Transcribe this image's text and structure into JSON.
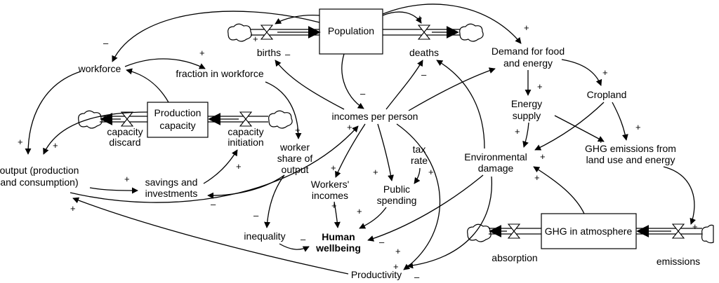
{
  "stocks": {
    "population": "Population",
    "production_capacity": [
      "Production",
      "capacity"
    ],
    "ghg_atmosphere": "GHG in atmosphere"
  },
  "flows": {
    "births": "births",
    "deaths": "deaths",
    "capacity_discard": [
      "capacity",
      "discard"
    ],
    "capacity_initiation": [
      "capacity",
      "initiation"
    ],
    "absorption": "absorption",
    "emissions": "emissions"
  },
  "variables": {
    "workforce": "workforce",
    "fraction_in_workforce": "fraction in workforce",
    "demand": [
      "Demand for food",
      "and energy"
    ],
    "cropland": "Cropland",
    "energy_supply": [
      "Energy",
      "supply"
    ],
    "incomes_per_person": "incomes per person",
    "output": [
      "output (production",
      "and consumption)"
    ],
    "worker_share": [
      "worker",
      "share of",
      "output"
    ],
    "tax_rate": [
      "tax",
      "rate"
    ],
    "environmental_damage": [
      "Environmental",
      "damage"
    ],
    "ghg_emissions": [
      "GHG emissions from",
      "land use and energy"
    ],
    "savings": [
      "savings and",
      "investments"
    ],
    "workers_incomes": [
      "Workers'",
      "incomes"
    ],
    "public_spending": [
      "Public",
      "spending"
    ],
    "inequality": "inequality",
    "human_wellbeing": [
      "Human",
      "wellbeing"
    ],
    "productivity": "Productivity"
  },
  "polarity": {
    "positive": "+",
    "negative": "–"
  }
}
